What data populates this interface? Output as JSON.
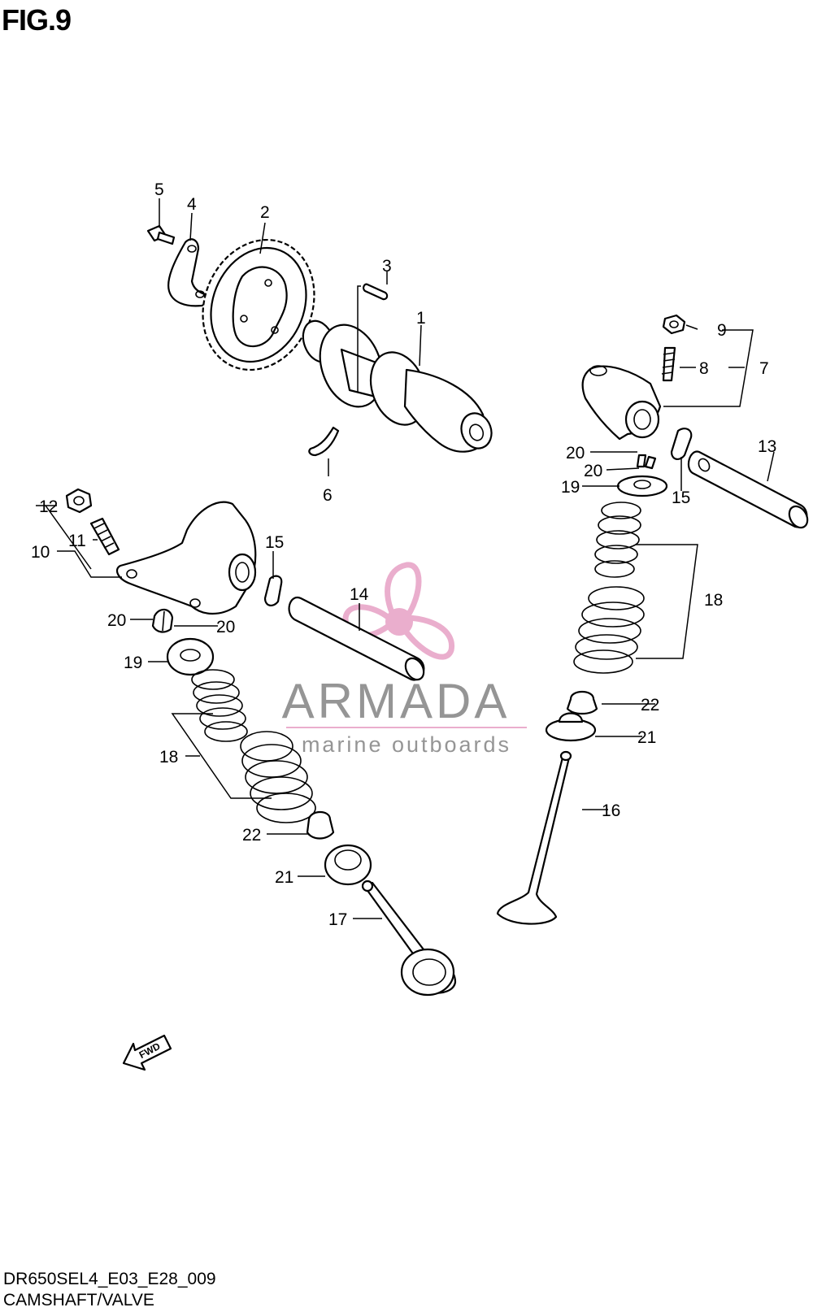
{
  "figure": {
    "title": "FIG.9",
    "model_code": "DR650SEL4_E03_E28_009",
    "name": "CAMSHAFT/VALVE"
  },
  "watermark": {
    "brand": "ARMADA",
    "tagline": "marine outboards",
    "color": "#e8a6c8",
    "text_color": "#8a8a8a"
  },
  "fwd_label": "FWD",
  "callouts": {
    "c1": "1",
    "c2": "2",
    "c3": "3",
    "c4": "4",
    "c5": "5",
    "c6": "6",
    "c7": "7",
    "c8": "8",
    "c9": "9",
    "c10": "10",
    "c11": "11",
    "c12": "12",
    "c13": "13",
    "c14": "14",
    "c15a": "15",
    "c15b": "15",
    "c16": "16",
    "c17": "17",
    "c18a": "18",
    "c18b": "18",
    "c19a": "19",
    "c19b": "19",
    "c20a": "20",
    "c20b": "20",
    "c20c": "20",
    "c20d": "20",
    "c21a": "21",
    "c21b": "21",
    "c22a": "22",
    "c22b": "22"
  }
}
